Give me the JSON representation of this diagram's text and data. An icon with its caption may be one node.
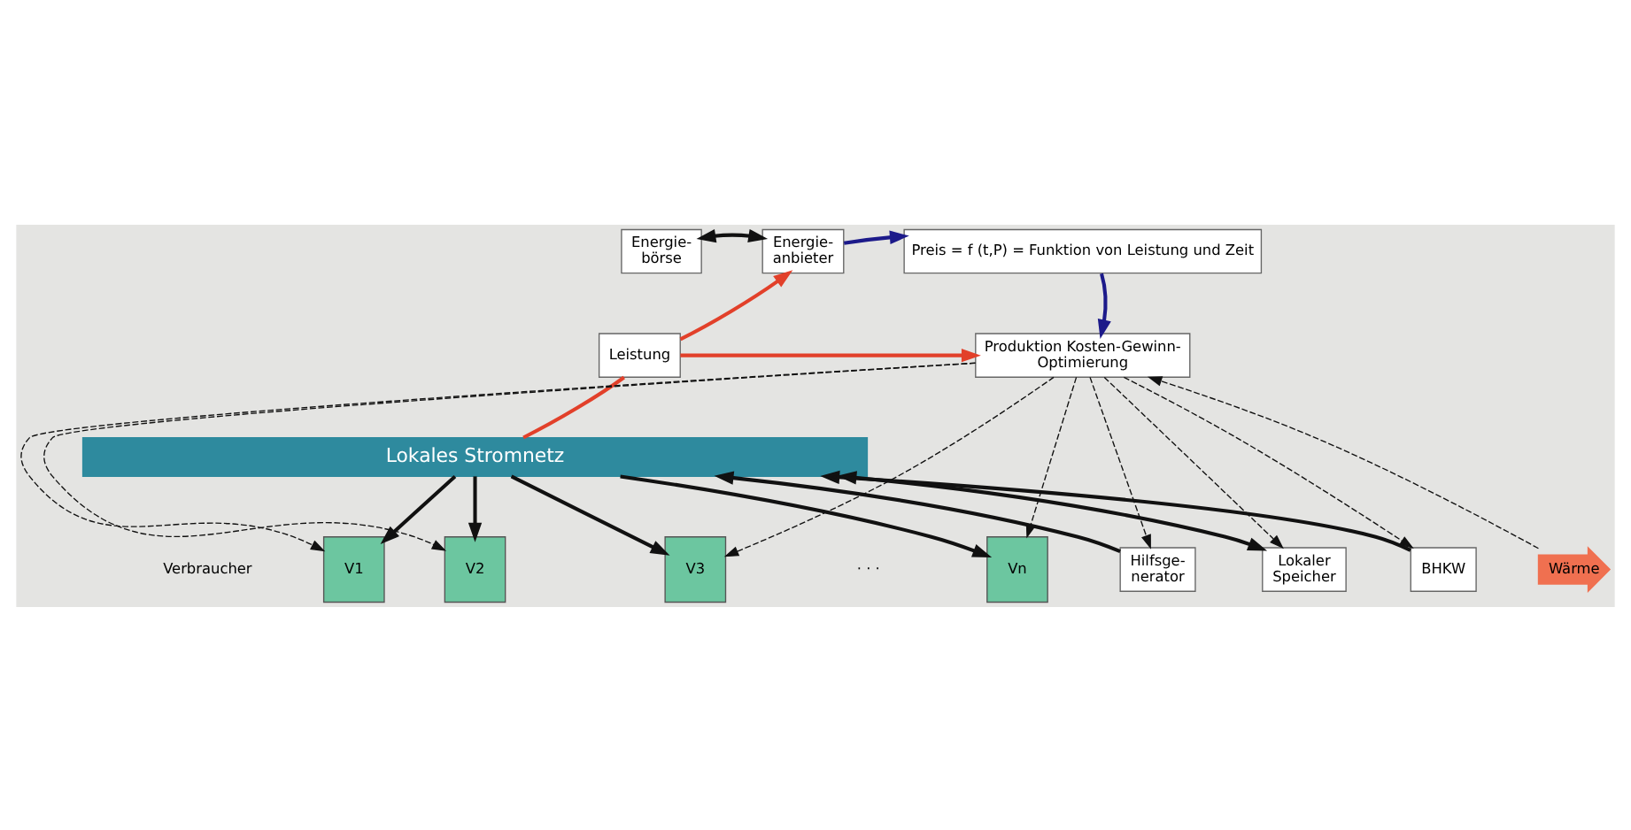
{
  "diagram": {
    "nodes": [
      {
        "text": [
          "Energie- börse"
        ]
      },
      {
        "text": [
          "Energie- anbieter"
        ]
      },
      {
        "text": [
          "Preis = f (t,P) = Funktion von Leistung und Zeit"
        ]
      },
      {
        "text": [
          "Leistung"
        ]
      },
      {
        "text": [
          "Produktion Kosten-Gewinn- Optimierung"
        ]
      },
      {
        "text": [
          "Lokales Stromnetz"
        ]
      },
      {
        "text": [
          "V1"
        ]
      },
      {
        "text": [
          "V2"
        ]
      },
      {
        "text": [
          "V3"
        ]
      },
      {
        "text": [
          "Vn"
        ]
      },
      {
        "text": [
          "Hilfsge- nerator"
        ]
      },
      {
        "text": [
          "Lokaler Speicher"
        ]
      },
      {
        "text": [
          "BHKW"
        ]
      },
      {
        "text": [
          "Wärme"
        ]
      }
    ],
    "edges": [
      {
        "from": 0,
        "to": 1,
        "arrow": "both"
      },
      {
        "from": 1,
        "to": 2,
        "arrow": "to",
        "color": "#1c1a8a"
      },
      {
        "from": 2,
        "to": 4,
        "arrow": "to",
        "color": "#1c1a8a"
      },
      {
        "from": 3,
        "to": 1,
        "arrow": "to",
        "color": "#e2402a"
      },
      {
        "from": 3,
        "to": 4,
        "arrow": "to",
        "color": "#e2402a"
      },
      {
        "from": 3,
        "to": 5,
        "arrow": "none",
        "color": "#e2402a"
      },
      {
        "from": 5,
        "to": 6,
        "arrow": "to"
      },
      {
        "from": 4,
        "to": 6,
        "arrow": "to",
        "style": "dashed"
      },
      {
        "from": 5,
        "to": 7,
        "arrow": "to"
      },
      {
        "from": 4,
        "to": 7,
        "arrow": "to",
        "style": "dashed"
      },
      {
        "from": 5,
        "to": 8,
        "arrow": "to"
      },
      {
        "from": 4,
        "to": 8,
        "arrow": "to",
        "style": "dashed"
      },
      {
        "from": 5,
        "to": 9,
        "arrow": "to"
      },
      {
        "from": 4,
        "to": 9,
        "arrow": "to",
        "style": "dashed"
      },
      {
        "from": 10,
        "to": 5,
        "arrow": "to"
      },
      {
        "from": 4,
        "to": 10,
        "arrow": "to",
        "style": "dashed"
      },
      {
        "from": 11,
        "to": 5,
        "arrow": "both"
      },
      {
        "from": 4,
        "to": 11,
        "arrow": "to",
        "style": "dashed"
      },
      {
        "from": 12,
        "to": 5,
        "arrow": "to"
      },
      {
        "from": 4,
        "to": 12,
        "arrow": "to",
        "style": "dashed"
      },
      {
        "from": 13,
        "to": 4,
        "arrow": "to",
        "style": "dashed"
      }
    ],
    "labels": [
      "Verbraucher",
      "· · ·"
    ]
  }
}
